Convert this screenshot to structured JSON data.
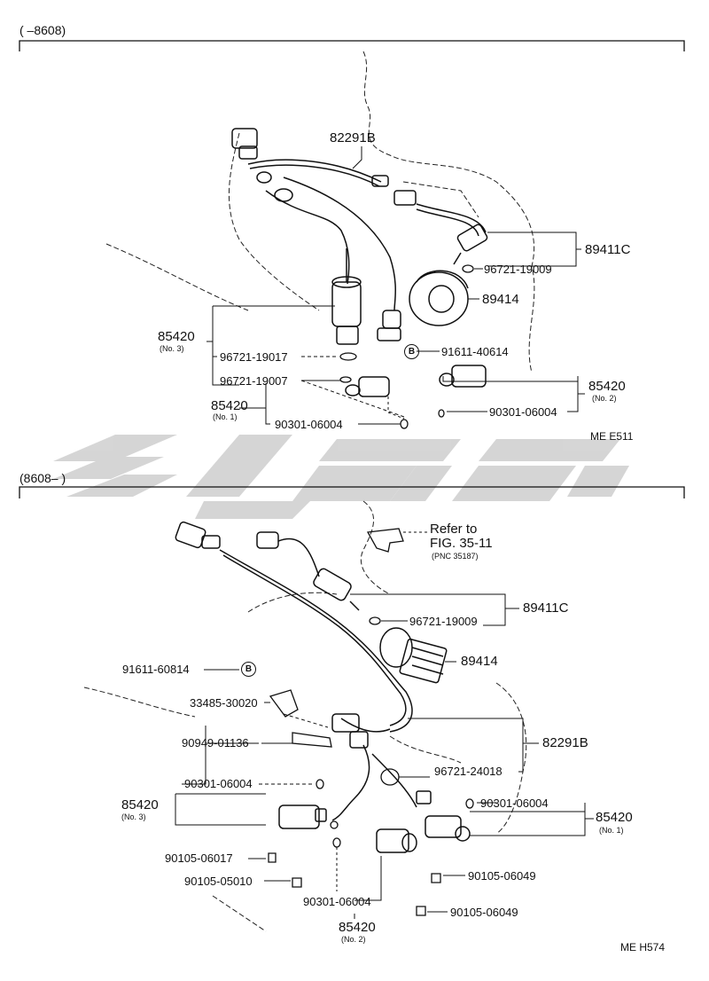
{
  "top_section": {
    "range_label": "(        –8608)",
    "code": "ME  E511",
    "parts": {
      "p82291b": "82291B",
      "p89411c": "89411C",
      "p96721_19009": "96721-19009",
      "p89414": "89414",
      "p85420_no3": "85420",
      "p85420_no3_sub": "(No. 3)",
      "p96721_19017": "96721-19017",
      "p91611_40614": "91611-40614",
      "p96721_19007": "96721-19007",
      "p85420_no2": "85420",
      "p85420_no2_sub": "(No. 2)",
      "p85420_no1": "85420",
      "p85420_no1_sub": "(No. 1)",
      "p90301_06004_a": "90301-06004",
      "p90301_06004_b": "90301-06004",
      "bubble_b": "B"
    }
  },
  "bottom_section": {
    "range_label": "(8608–         )",
    "code": "ME  H574",
    "parts": {
      "refer_1": "Refer to",
      "refer_2": "FIG. 35-11",
      "refer_3": "(PNC 35187)",
      "p89411c": "89411C",
      "p96721_19009": "96721-19009",
      "p89414": "89414",
      "p91611_60814": "91611-60814",
      "bubble_b": "B",
      "p33485_30020": "33485-30020",
      "p82291b": "82291B",
      "p90949_01136": "90949-01136",
      "p96721_24018": "96721-24018",
      "p90301_06004_a": "90301-06004",
      "p90301_06004_b": "90301-06004",
      "p90301_06004_c": "90301-06004",
      "p85420_no3": "85420",
      "p85420_no3_sub": "(No. 3)",
      "p85420_no1": "85420",
      "p85420_no1_sub": "(No. 1)",
      "p85420_no2": "85420",
      "p85420_no2_sub": "(No. 2)",
      "p90105_06017": "90105-06017",
      "p90105_05010": "90105-05010",
      "p90105_06049_a": "90105-06049",
      "p90105_06049_b": "90105-06049"
    }
  }
}
